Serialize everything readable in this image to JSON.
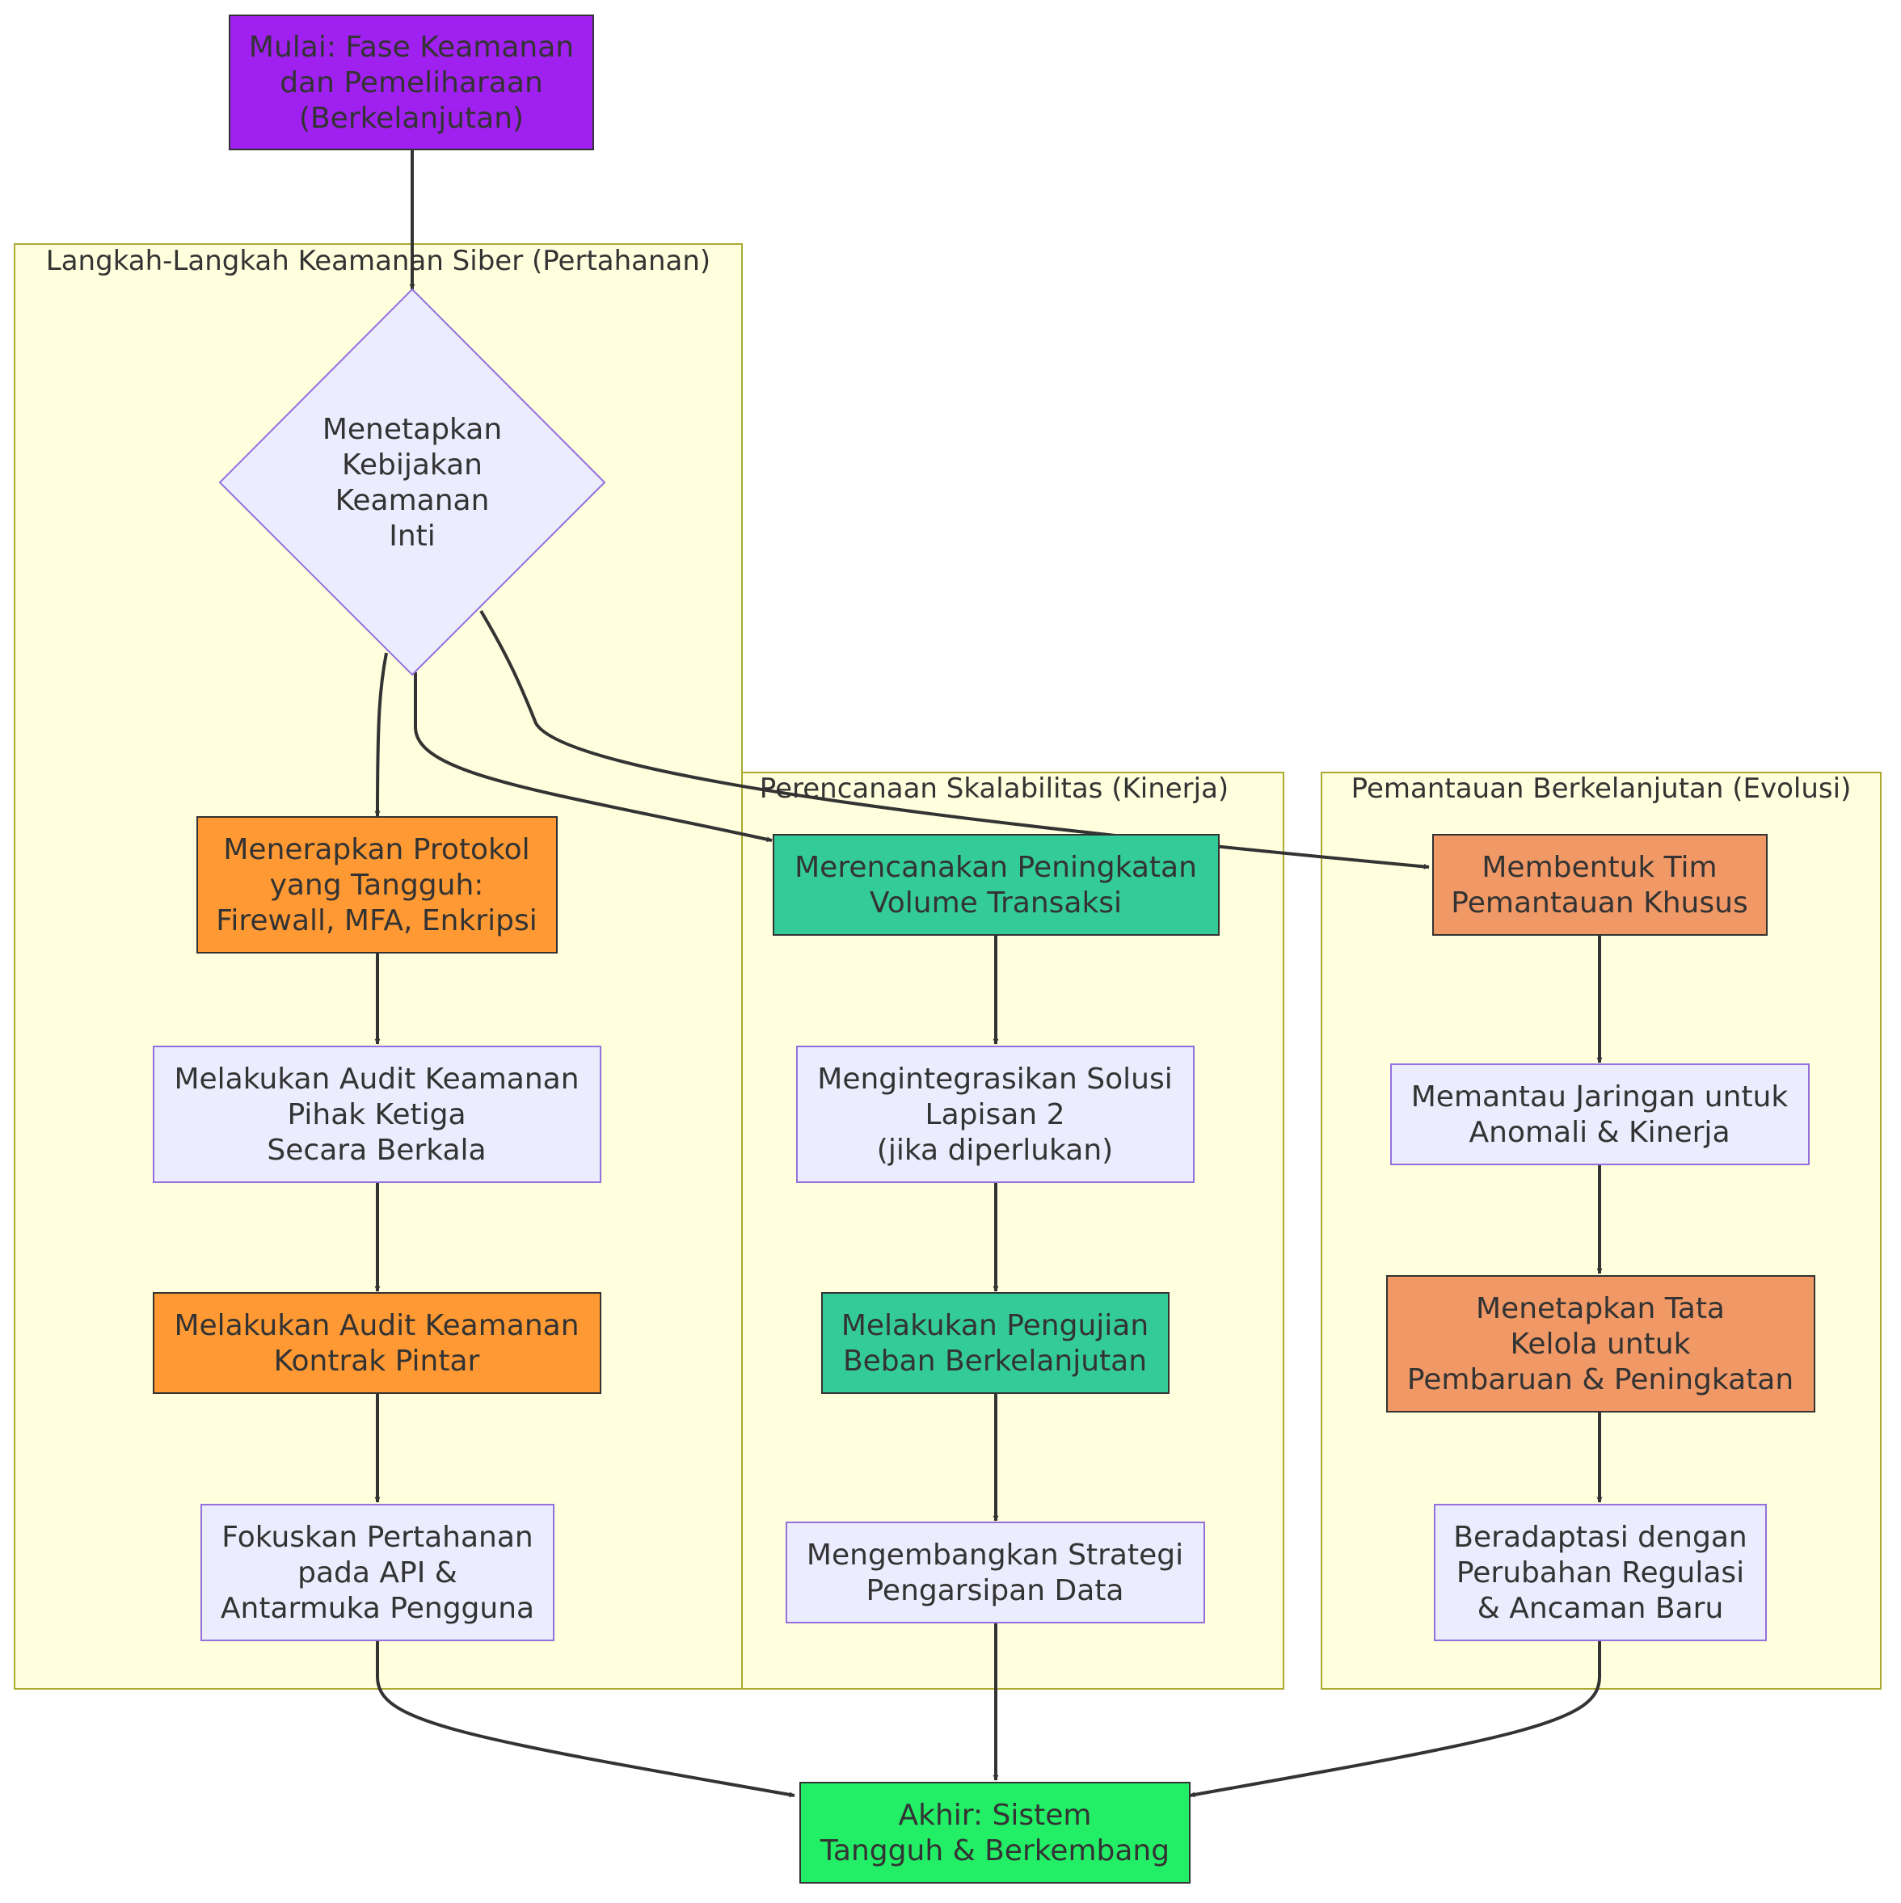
{
  "colors": {
    "cluster_fill": "#ffffde",
    "cluster_stroke": "#aaaa33",
    "default_fill": "#ececff",
    "default_stroke": "#9370db",
    "start_fill": "#a020f0",
    "orange_fill": "#ff9933",
    "green_fill": "#33cc99",
    "salmon_fill": "#f09966",
    "end_fill": "#22ee66",
    "dark_stroke": "#333333",
    "edge": "#333333",
    "text": "#333333"
  },
  "clusters": {
    "security": {
      "label": "Langkah-Langkah Keamanan Siber (Pertahanan)"
    },
    "scalability": {
      "label": "Perencanaan Skalabilitas (Kinerja)"
    },
    "monitoring": {
      "label": "Pemantauan Berkelanjutan (Evolusi)"
    }
  },
  "nodes": {
    "start": {
      "lines": [
        "Mulai: Fase Keamanan",
        "dan Pemeliharaan",
        "(Berkelanjutan)"
      ]
    },
    "policy": {
      "lines": [
        "Menetapkan",
        "Kebijakan",
        "Keamanan",
        "Inti"
      ]
    },
    "protocol": {
      "lines": [
        "Menerapkan Protokol",
        "yang Tangguh:",
        "Firewall, MFA, Enkripsi"
      ]
    },
    "audit3": {
      "lines": [
        "Melakukan Audit Keamanan",
        "Pihak Ketiga",
        "Secara Berkala"
      ]
    },
    "auditsc": {
      "lines": [
        "Melakukan Audit Keamanan",
        "Kontrak Pintar"
      ]
    },
    "focus": {
      "lines": [
        "Fokuskan Pertahanan",
        "pada API &",
        "Antarmuka Pengguna"
      ]
    },
    "plan": {
      "lines": [
        "Merencanakan Peningkatan",
        "Volume Transaksi"
      ]
    },
    "layer2": {
      "lines": [
        "Mengintegrasikan Solusi",
        "Lapisan 2",
        "(jika diperlukan)"
      ]
    },
    "load": {
      "lines": [
        "Melakukan Pengujian",
        "Beban Berkelanjutan"
      ]
    },
    "archive": {
      "lines": [
        "Mengembangkan Strategi",
        "Pengarsipan Data"
      ]
    },
    "team": {
      "lines": [
        "Membentuk Tim",
        "Pemantauan Khusus"
      ]
    },
    "monitor": {
      "lines": [
        "Memantau Jaringan untuk",
        "Anomali & Kinerja"
      ]
    },
    "governance": {
      "lines": [
        "Menetapkan Tata",
        "Kelola untuk",
        "Pembaruan & Peningkatan"
      ]
    },
    "adapt": {
      "lines": [
        "Beradaptasi dengan",
        "Perubahan Regulasi",
        "& Ancaman Baru"
      ]
    },
    "end": {
      "lines": [
        "Akhir: Sistem",
        "Tangguh & Berkembang"
      ]
    }
  }
}
